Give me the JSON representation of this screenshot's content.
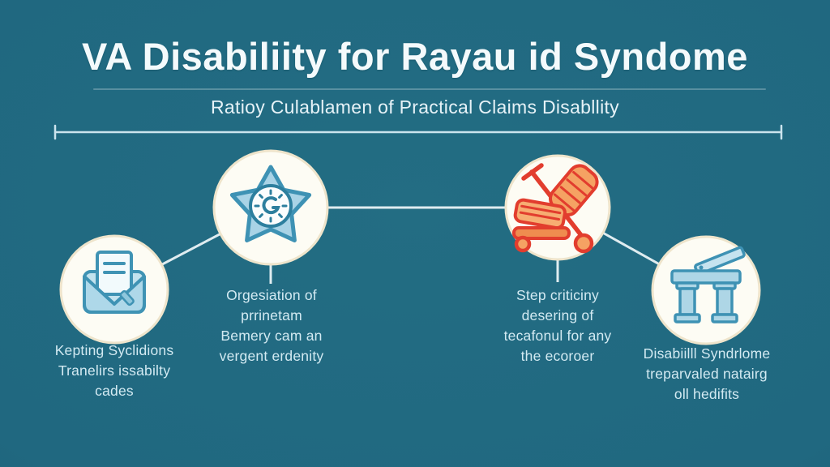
{
  "header": {
    "title": "VA Disabiliity for Rayau id Syndome",
    "subtitle": "Ratioy Culablamen of Practical Claims Disabllity"
  },
  "steps": [
    {
      "icon": "envelope-document-icon",
      "label": "Kepting Syclidions\nTranelirs issabilty\ncades"
    },
    {
      "icon": "star-clock-badge-icon",
      "label": "Orgesiation of\nprrinetam\nBemery cam an\nvergent erdenity"
    },
    {
      "icon": "ramp-handtruck-icon",
      "label": "Step criticiny\ndesering of\ntecafonul for any\nthe ecoroer"
    },
    {
      "icon": "pillars-monument-icon",
      "label": "Disabiilll Syndrlome\ntreparvaled natairg\noll hedifits"
    }
  ],
  "colors": {
    "background": "#206880",
    "title_text": "#f4fafc",
    "subtitle_text": "#e6f2f7",
    "label_text": "#d3eaf2",
    "timeline_line": "#cbe4ed",
    "connector_line": "#eaf3f6",
    "circle_fill": "#fdfcf4",
    "circle_border": "#eee4cb",
    "icon_blue_fill": "#a9d3e6",
    "icon_blue_stroke": "#3e92b4",
    "icon_orange_fill": "#f5a263",
    "icon_orange_stroke": "#e23d2e"
  }
}
